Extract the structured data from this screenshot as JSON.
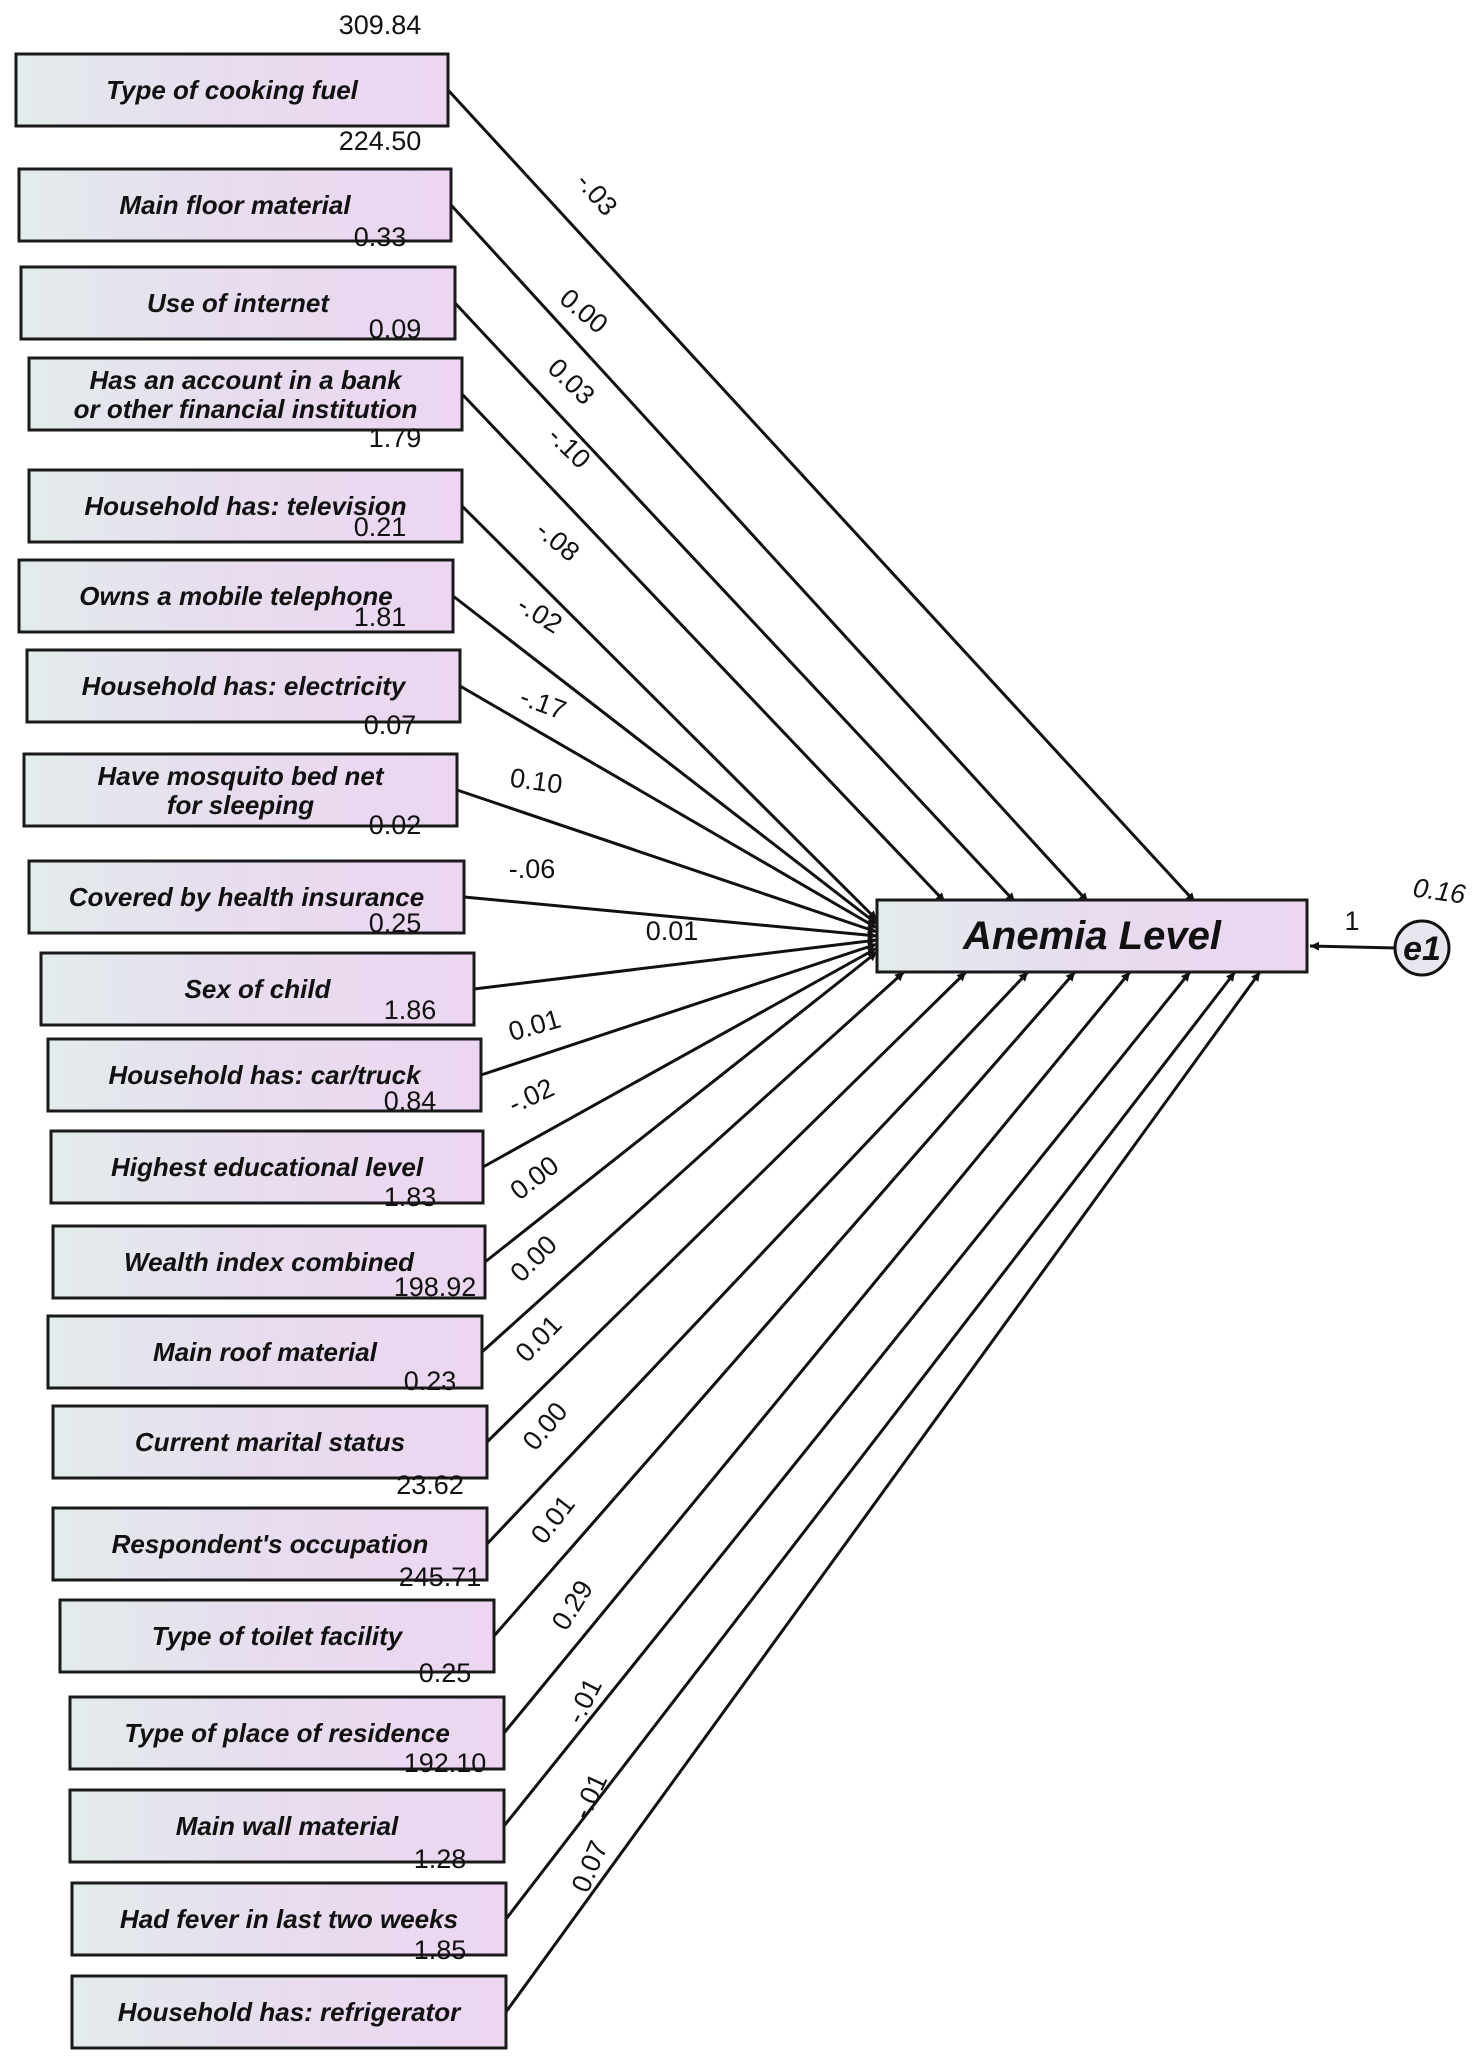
{
  "target": {
    "label": "Anemia Level"
  },
  "error_term": {
    "label": "e1",
    "variance": "0.16",
    "weight": "1"
  },
  "predictors": [
    {
      "label": "Type of cooking fuel",
      "variance": "309.84",
      "coef": "-.03"
    },
    {
      "label": "Main floor material",
      "variance": "224.50",
      "coef": "0.00"
    },
    {
      "label": "Use of internet",
      "variance": "0.33",
      "coef": "0.03"
    },
    {
      "label": "Has an account in a bank|or other financial institution",
      "variance": "0.09",
      "coef": "-.10"
    },
    {
      "label": "Household has: television",
      "variance": "1.79",
      "coef": "-.08"
    },
    {
      "label": "Owns a mobile telephone",
      "variance": "0.21",
      "coef": "-.02"
    },
    {
      "label": "Household has: electricity",
      "variance": "1.81",
      "coef": "-.17"
    },
    {
      "label": "Have mosquito bed net|for sleeping",
      "variance": "0.07",
      "coef": "0.10"
    },
    {
      "label": "Covered by health insurance",
      "variance": "0.02",
      "coef": "-.06"
    },
    {
      "label": "Sex of child",
      "variance": "0.25",
      "coef": "0.01"
    },
    {
      "label": "Household has: car/truck",
      "variance": "1.86",
      "coef": "0.01"
    },
    {
      "label": "Highest educational level",
      "variance": "0.84",
      "coef": "-.02"
    },
    {
      "label": "Wealth index combined",
      "variance": "1.83",
      "coef": "0.00"
    },
    {
      "label": "Main roof material",
      "variance": "198.92",
      "coef": "0.00"
    },
    {
      "label": "Current marital status",
      "variance": "0.23",
      "coef": "0.01"
    },
    {
      "label": "Respondent's occupation",
      "variance": "23.62",
      "coef": "0.00"
    },
    {
      "label": "Type of toilet facility",
      "variance": "245.71",
      "coef": "0.01"
    },
    {
      "label": "Type of place of residence",
      "variance": "0.25",
      "coef": "0.29"
    },
    {
      "label": "Main wall material",
      "variance": "192.10",
      "coef": "-.01"
    },
    {
      "label": "Had fever in last two weeks",
      "variance": "1.28",
      "coef": "-.01"
    },
    {
      "label": "Household has: refrigerator",
      "variance": "1.85",
      "coef": "0.07"
    }
  ]
}
